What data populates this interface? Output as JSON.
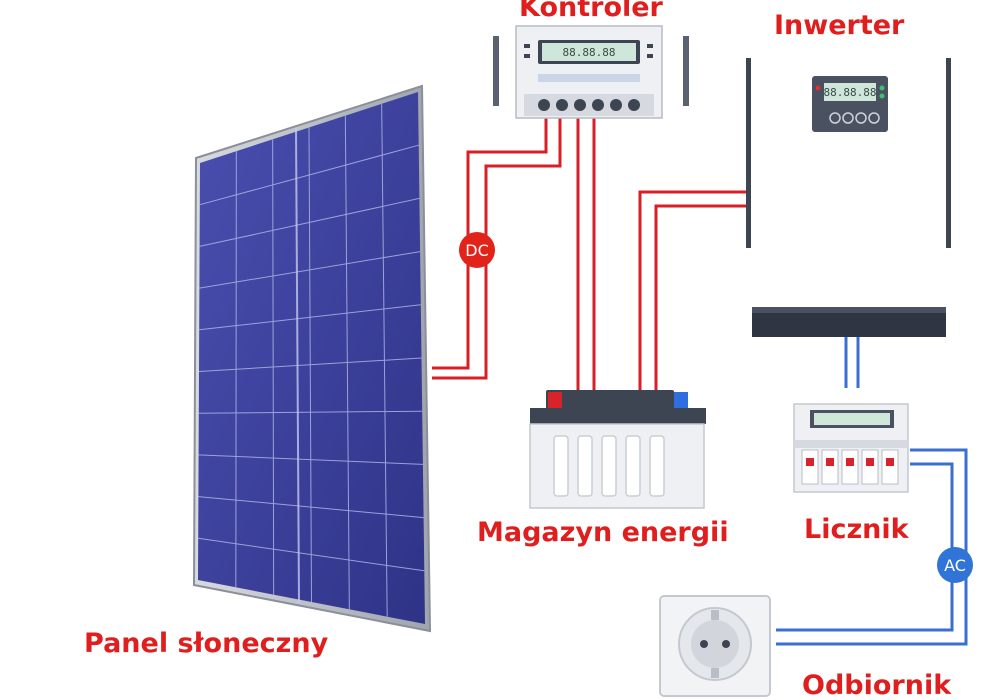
{
  "labels": {
    "controller": "Kontroler",
    "inverter": "Inwerter",
    "storage": "Magazyn energii",
    "meter": "Licznik",
    "panel": "Panel słoneczny",
    "consumer": "Odbiornik"
  },
  "badges": {
    "dc": "DC",
    "ac": "AC"
  },
  "displays": {
    "controller": "88.88.88",
    "inverter": "88.88.88"
  },
  "colors": {
    "label": "#e01e1e",
    "dc_wire": "#d81f26",
    "ac_wire": "#3a6fd1",
    "panel_cell": "#3b3f9a",
    "dc_badge": "#e2231a",
    "ac_badge": "#2f74d6"
  },
  "icons": [
    "solar-panel-icon",
    "charge-controller-icon",
    "inverter-icon",
    "battery-icon",
    "meter-icon",
    "socket-icon"
  ]
}
